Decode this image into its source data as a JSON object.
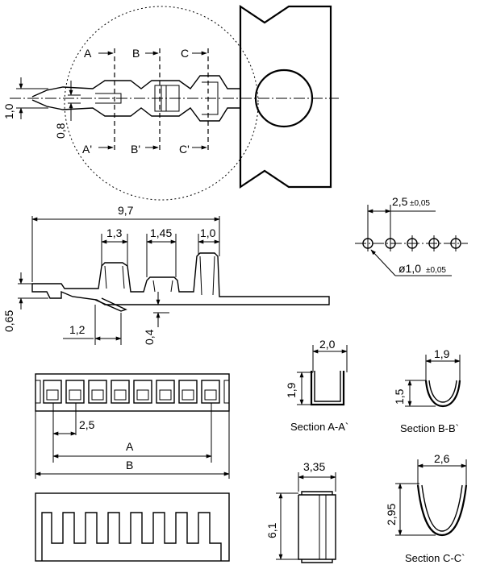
{
  "terminal_top": {
    "section_a": "A",
    "section_b": "B",
    "section_c": "C",
    "section_a_prime": "A'",
    "section_b_prime": "B'",
    "section_c_prime": "C'",
    "dim_height": "1,0",
    "dim_wire": "0,8"
  },
  "terminal_side": {
    "dim_length": "9,7",
    "dim_1": "1,3",
    "dim_2": "1,45",
    "dim_3": "1,0",
    "dim_065": "0,65",
    "dim_12": "1,2",
    "dim_04": "0,4"
  },
  "pcb_layout": {
    "pitch_value": "2,5",
    "pitch_tol": "±0,05",
    "hole_value": "ø1,0",
    "hole_tol": "±0,05"
  },
  "housing": {
    "dim_pitch": "2,5",
    "dim_a": "A",
    "dim_b": "B",
    "dim_width": "3,35",
    "dim_height": "6,1"
  },
  "sections": {
    "aa": {
      "width": "2,0",
      "height": "1,9",
      "caption": "Section A-A`"
    },
    "bb": {
      "width": "1,9",
      "height": "1,5",
      "caption": "Section B-B`"
    },
    "cc": {
      "width": "2,6",
      "height": "2,95",
      "caption": "Section C-C`"
    }
  }
}
